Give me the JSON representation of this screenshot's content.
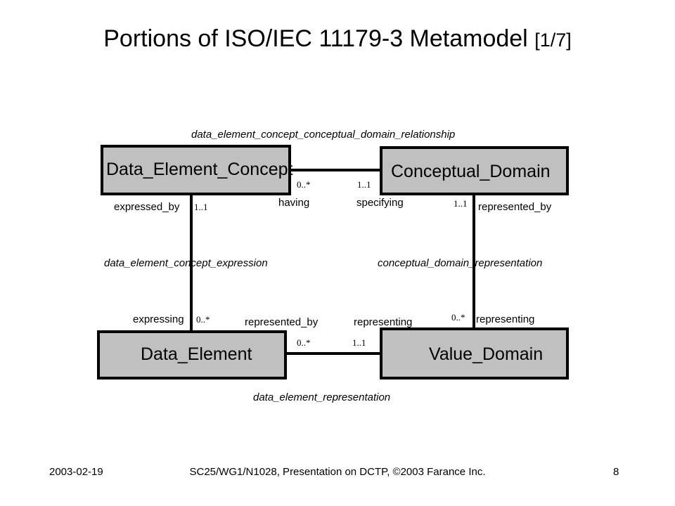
{
  "title": {
    "main": "Portions of ISO/IEC 11179-3 Metamodel",
    "page": "[1/7]"
  },
  "classes": {
    "data_element_concept": "Data_Element_Concept",
    "conceptual_domain": "Conceptual_Domain",
    "data_element": "Data_Element",
    "value_domain": "Value_Domain"
  },
  "relationships": {
    "dec_cd": "data_element_concept_conceptual_domain_relationship",
    "dec_expression": "data_element_concept_expression",
    "cd_representation": "conceptual_domain_representation",
    "de_representation": "data_element_representation"
  },
  "roles": {
    "having": "having",
    "specifying": "specifying",
    "expressed_by": "expressed_by",
    "cd_represented_by": "represented_by",
    "expressing": "expressing",
    "de_represented_by": "represented_by",
    "de_representing": "representing",
    "vd_representing": "representing"
  },
  "multiplicities": {
    "dec_cd_dec_end": "0..*",
    "dec_cd_cd_end": "1..1",
    "dec_expr_top": "1..1",
    "cd_rep_top": "1..1",
    "dec_expr_bottom": "0..*",
    "cd_rep_bottom": "0..*",
    "de_rep_de_end": "0..*",
    "de_rep_vd_end": "1..1"
  },
  "footer": {
    "date": "2003-02-19",
    "citation": "SC25/WG1/N1028, Presentation on DCTP, ©2003 Farance Inc.",
    "page_number": "8"
  },
  "colors": {
    "class_fill": "#c0c0c0",
    "line": "#000000",
    "background": "#ffffff"
  }
}
